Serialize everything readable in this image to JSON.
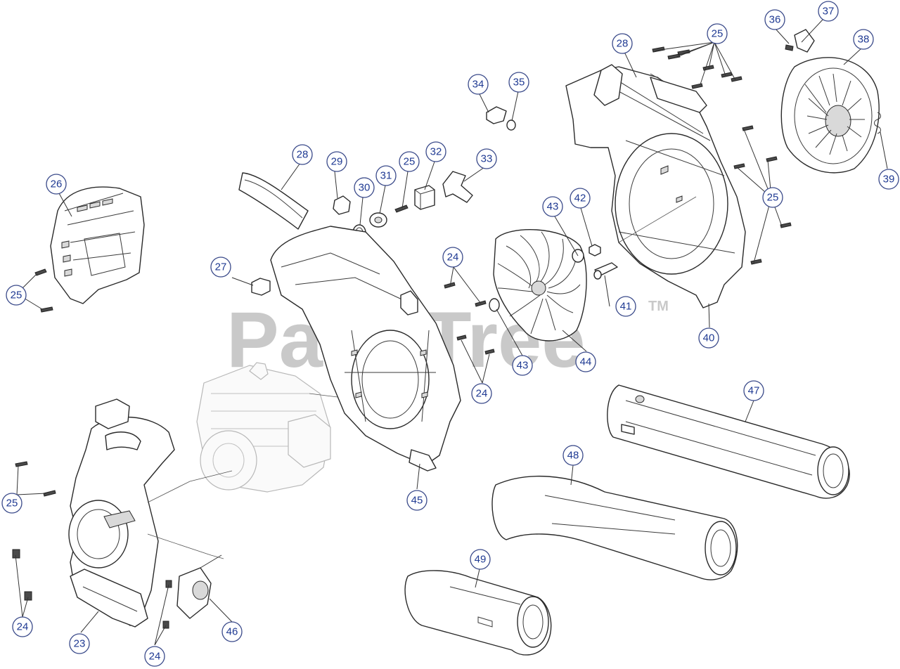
{
  "watermark": {
    "text": "PartsTree",
    "tm": "TM",
    "color": "#c9c9c9"
  },
  "callout_color": "#1f3a93",
  "callouts": [
    {
      "key": "c36",
      "label": "36"
    },
    {
      "key": "c37",
      "label": "37"
    },
    {
      "key": "c25a",
      "label": "25"
    },
    {
      "key": "c38",
      "label": "38"
    },
    {
      "key": "c28a",
      "label": "28"
    },
    {
      "key": "c34",
      "label": "34"
    },
    {
      "key": "c35",
      "label": "35"
    },
    {
      "key": "c32",
      "label": "32"
    },
    {
      "key": "c33",
      "label": "33"
    },
    {
      "key": "c28b",
      "label": "28"
    },
    {
      "key": "c29",
      "label": "29"
    },
    {
      "key": "c25b",
      "label": "25"
    },
    {
      "key": "c31",
      "label": "31"
    },
    {
      "key": "c30",
      "label": "30"
    },
    {
      "key": "c26",
      "label": "26"
    },
    {
      "key": "c43a",
      "label": "43"
    },
    {
      "key": "c42",
      "label": "42"
    },
    {
      "key": "c25c",
      "label": "25"
    },
    {
      "key": "c39",
      "label": "39"
    },
    {
      "key": "c27",
      "label": "27"
    },
    {
      "key": "c24a",
      "label": "24"
    },
    {
      "key": "c25d",
      "label": "25"
    },
    {
      "key": "c41",
      "label": "41"
    },
    {
      "key": "c40",
      "label": "40"
    },
    {
      "key": "c43b",
      "label": "43"
    },
    {
      "key": "c44",
      "label": "44"
    },
    {
      "key": "c24b",
      "label": "24"
    },
    {
      "key": "c47",
      "label": "47"
    },
    {
      "key": "c48",
      "label": "48"
    },
    {
      "key": "c45",
      "label": "45"
    },
    {
      "key": "c25e",
      "label": "25"
    },
    {
      "key": "c49",
      "label": "49"
    },
    {
      "key": "c24c",
      "label": "24"
    },
    {
      "key": "c46",
      "label": "46"
    },
    {
      "key": "c23",
      "label": "23"
    },
    {
      "key": "c24d",
      "label": "24"
    }
  ]
}
